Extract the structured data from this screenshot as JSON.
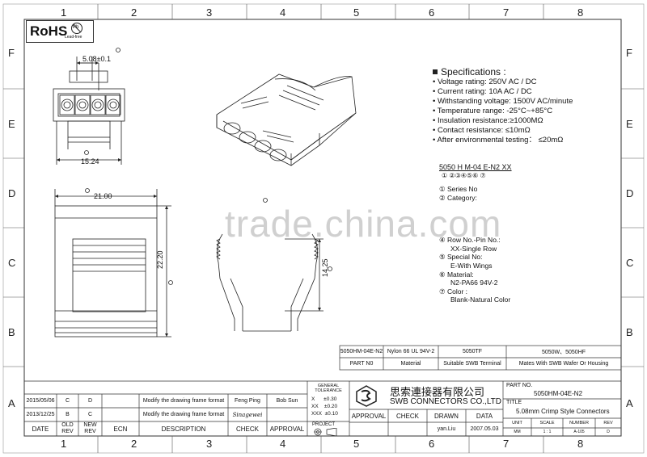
{
  "zones": {
    "top": [
      "1",
      "2",
      "3",
      "4",
      "5",
      "6",
      "7",
      "8"
    ],
    "bottom": [
      "1",
      "2",
      "3",
      "4",
      "5",
      "6",
      "7",
      "8"
    ],
    "left": [
      "F",
      "E",
      "D",
      "C",
      "B",
      "A"
    ],
    "right": [
      "F",
      "E",
      "D",
      "C",
      "B",
      "A"
    ]
  },
  "rohs": {
    "label": "RoHS",
    "badge": "Pb",
    "badge_caption": "Lead-free"
  },
  "dims": {
    "pitch": "5.08±0.1",
    "width_top": "15.24",
    "width_front": "21.00",
    "height_front": "22.20",
    "height_side": "14.25"
  },
  "specs": {
    "title": "Specifications :",
    "items": [
      "Voltage rating: 250V AC / DC",
      "Current rating: 10A  AC / DC",
      "Withstanding voltage: 1500V AC/minute",
      "Temperature range: -25°C~+85°C",
      "Insulation resistance:≥1000MΩ",
      "Contact resistance: ≤10mΩ",
      "After environmental testing： ≤20mΩ"
    ]
  },
  "part_code": {
    "code": "5050 H M-04 E-N2 XX",
    "markers": "①   ②③④⑤⑥   ⑦",
    "items": [
      "① Series No",
      "② Category:",
      "④ Row No.-Pin No.:",
      "XX-Single Row",
      "⑤ Special No:",
      "E-With Wings",
      "⑥ Material:",
      "N2-PA66  94V-2",
      "⑦ Color :",
      "Blank-Natural Color"
    ]
  },
  "watermark": "trade.china.com",
  "part_table": {
    "row1": [
      "5050HM-04E-N2",
      "Nylon 66  UL 94V-2",
      "5050TF",
      "5050W、5050HF"
    ],
    "row2": [
      "PART N0",
      "Material",
      "Suitable  SWB  Terminal",
      "Mates With  SWB  Wafer Or Housing"
    ]
  },
  "revisions": {
    "rows": [
      {
        "date": "2015/05/06",
        "old": "C",
        "new": "D",
        "ecn": "",
        "desc": "Modify the drawing frame format",
        "check": "Feng Ping",
        "approval": "Bob Sun"
      },
      {
        "date": "2013/12/25",
        "old": "B",
        "new": "C",
        "ecn": "",
        "desc": "Modify the drawing frame format",
        "check": "Sinagewei",
        "approval": ""
      }
    ],
    "headers": [
      "DATE",
      "OLD REV",
      "NEW REV",
      "ECN",
      "DESCRIPTION",
      "CHECK",
      "APPROVAL"
    ]
  },
  "tolerance": {
    "title": "GENERAL TOLERANCE",
    "lines": [
      "X      ±0.30",
      "XX    ±0.20",
      "XXX  ±0.10"
    ],
    "project": "PROJECT"
  },
  "company": {
    "cn": "思索連接器有限公司",
    "en": "SWB CONNECTORS CO.,LTD"
  },
  "signoff": {
    "headers": [
      "APPROVAL",
      "CHECK",
      "DRAWN",
      "DATA"
    ],
    "values": [
      "",
      "",
      "yan.Liu",
      "2007.05.03"
    ]
  },
  "title_block": {
    "part_no_label": "PART NO.",
    "part_no": "5050HM-04E-N2",
    "title_label": "TITLE",
    "title": "5.08mm Crimp Style Connectors",
    "headers": [
      "UNIT",
      "SCALE",
      "NUMBER",
      "REV"
    ],
    "values": [
      "MM",
      "1 : 1",
      "A-105",
      "D"
    ]
  }
}
